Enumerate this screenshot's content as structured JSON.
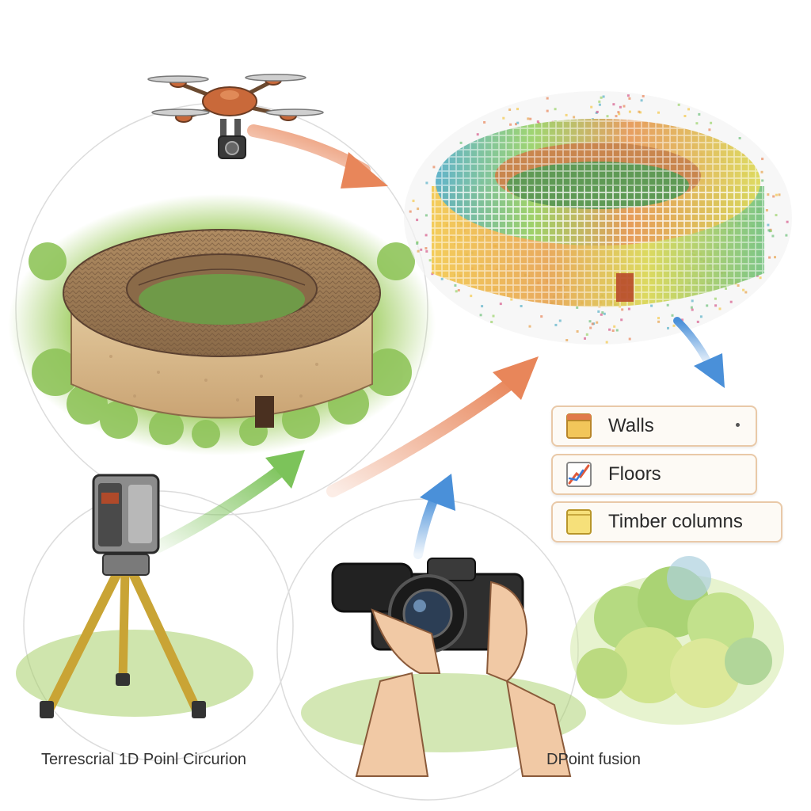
{
  "legend": {
    "items": [
      {
        "label": "Walls",
        "icon": "wall-swatch-icon"
      },
      {
        "label": "Floors",
        "icon": "floor-plan-icon"
      },
      {
        "label": "Timber columns",
        "icon": "timber-swatch-icon"
      }
    ]
  },
  "captions": {
    "left": "Terrescrial 1D Poinl Circurion",
    "right": "DPoint fusion"
  },
  "colors": {
    "arrow_orange": "#e8865a",
    "arrow_green": "#7cc35a",
    "arrow_blue": "#4a90d9",
    "legend_border": "#e9c9a8",
    "earth_wall": "#d9b98a",
    "roof": "#9c7a55",
    "foliage": "#9ccc5c"
  }
}
